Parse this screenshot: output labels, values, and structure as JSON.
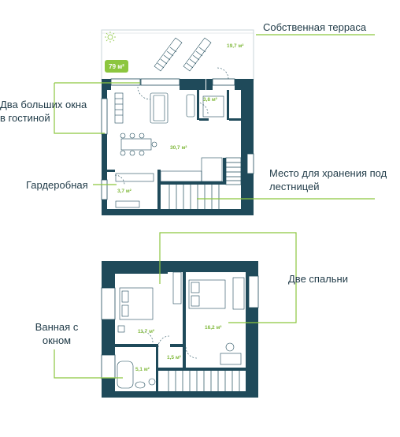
{
  "labels": {
    "terrace": "Собственная терраса",
    "windows": "Два больших окна в гостиной",
    "wardrobe": "Гардеробная",
    "storage": "Место для хранения под лестницей",
    "bedrooms": "Две спальни",
    "bathroom": "Ванная с окном"
  },
  "total_badge": "79 м²",
  "areas": {
    "terrace": "19,7 м²",
    "bath_upper": "3,8 м²",
    "living": "30,7 м²",
    "wardrobe": "3,7 м²",
    "bedroom_left": "11,7 м²",
    "bedroom_right": "16,2 м²",
    "hall": "1,5 м²",
    "bathroom": "5,1 м²"
  },
  "colors": {
    "wall": "#1f4a5a",
    "accent": "#7fb83a",
    "badge": "#8cc63f",
    "text": "#1f3a47"
  }
}
